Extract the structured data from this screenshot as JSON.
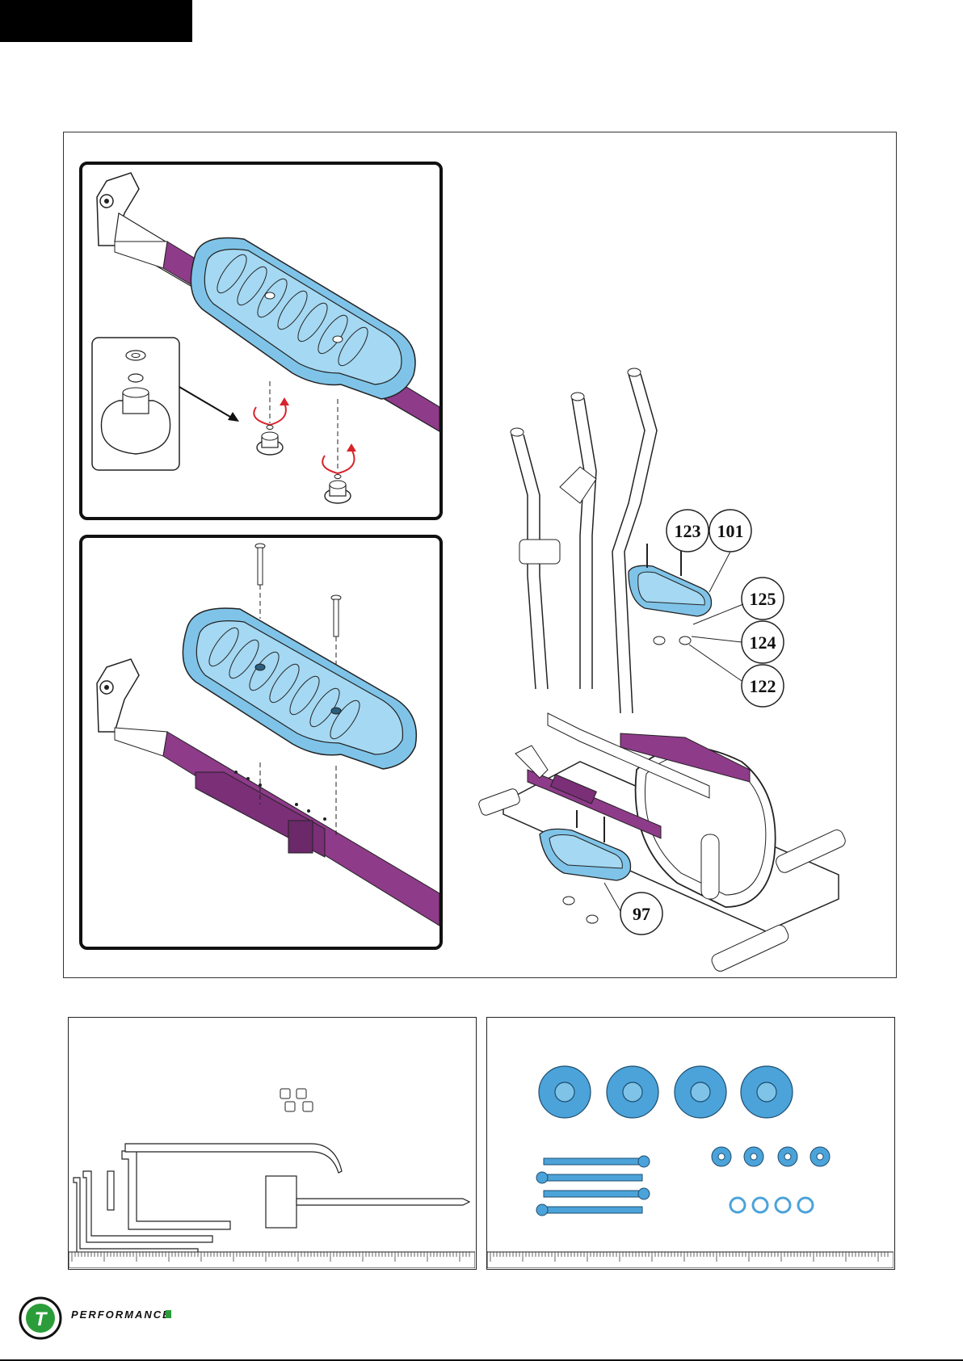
{
  "callouts": {
    "part_123": "123",
    "part_101": "101",
    "part_125": "125",
    "part_124": "124",
    "part_122": "122",
    "part_97": "97"
  },
  "brand": {
    "name": "PERFORMANCE",
    "logo_letter": "T"
  },
  "colors": {
    "frame_highlight": "#8e3b8a",
    "pedal_highlight": "#7fc4e8",
    "hardware_blue": "#4ba3d9",
    "rotation_arrow": "#d8232a",
    "logo_green": "#2a9d3a"
  },
  "icons": {
    "logo": "t-circle-logo",
    "rotate": "clockwise-arrow-icon",
    "pointer": "pointer-arrow-icon"
  }
}
